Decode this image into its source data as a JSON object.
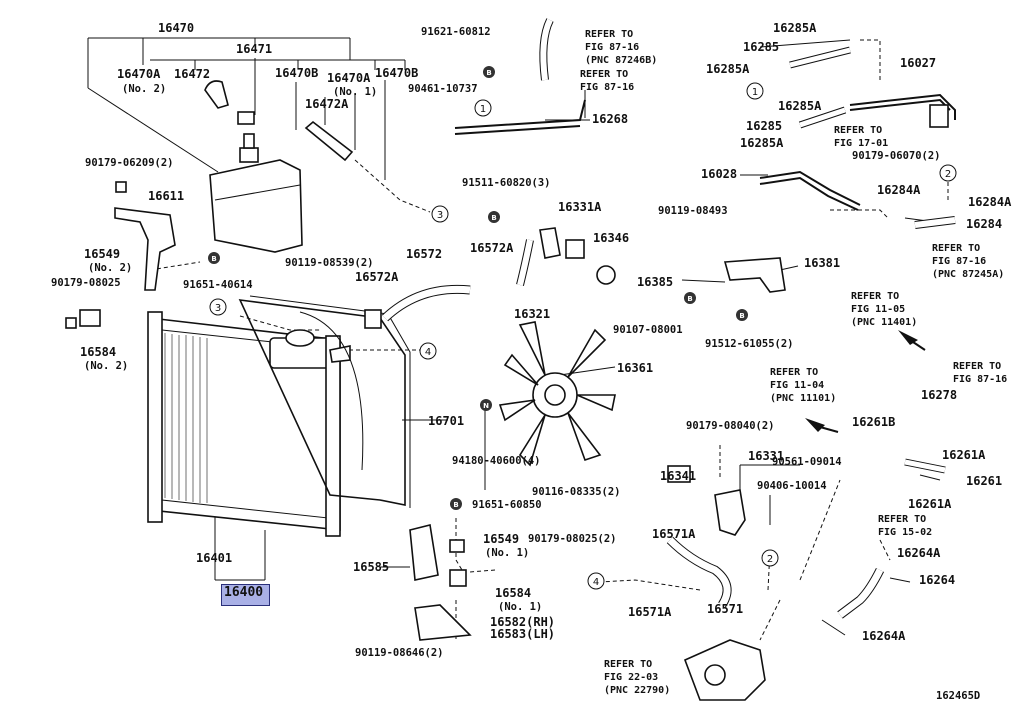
{
  "diagram": {
    "figure_code": "162465D",
    "selected_part": "16400",
    "labels": {
      "p16470": "16470",
      "p16471": "16471",
      "p16470A_no2": "16470A",
      "no2_a": "(No. 2)",
      "p16472": "16472",
      "p16470B_a": "16470B",
      "p16470A_no1": "16470A",
      "no1_a": "(No. 1)",
      "p16470B_b": "16470B",
      "p16472A": "16472A",
      "p90179_06209": "90179-06209(2)",
      "p16611": "16611",
      "p16549_no2": "16549",
      "no2_b": "(No. 2)",
      "p90179_08025a": "90179-08025",
      "p91651_40614": "91651-40614",
      "p16584_no2": "16584",
      "no2_c": "(No. 2)",
      "p90119_08539": "90119-08539(2)",
      "p16572": "16572",
      "p16572A_a": "16572A",
      "p16572A_b": "16572A",
      "p16701": "16701",
      "p16401": "16401",
      "p16585": "16585",
      "p90119_08646": "90119-08646(2)",
      "p91651_60850": "91651-60850",
      "p16549_no1": "16549",
      "no1_b": "(No. 1)",
      "p90179_08025b": "90179-08025(2)",
      "p16584_no1": "16584",
      "no1_c": "(No. 1)",
      "p16582": "16582(RH)",
      "p16583": "16583(LH)",
      "p91621_60812": "91621-60812",
      "p90461_10737": "90461-10737",
      "p16268": "16268",
      "p91511_60820": "91511-60820(3)",
      "p16331A": "16331A",
      "p16346": "16346",
      "p16321": "16321",
      "p16361": "16361",
      "p94180_40600": "94180-40600(4)",
      "p90119_08493": "90119-08493",
      "p16381": "16381",
      "p16385": "16385",
      "p90107_08001": "90107-08001",
      "p91512_61055": "91512-61055(2)",
      "p16285A_a": "16285A",
      "p16285_a": "16285",
      "p16285A_b": "16285A",
      "p16027": "16027",
      "p16285A_c": "16285A",
      "p16285_b": "16285",
      "p16285A_d": "16285A",
      "p90179_06070": "90179-06070(2)",
      "p16028": "16028",
      "p16284A_a": "16284A",
      "p16284A_b": "16284A",
      "p16284": "16284",
      "p16278": "16278",
      "p90179_08040": "90179-08040(2)",
      "p16261B": "16261B",
      "p90561_09014": "90561-09014",
      "p16261A_a": "16261A",
      "p16261A_b": "16261A",
      "p16261": "16261",
      "p16331": "16331",
      "p16341": "16341",
      "p90406_10014": "90406-10014",
      "p90116_08335": "90116-08335(2)",
      "p16571A_a": "16571A",
      "p16571A_b": "16571A",
      "p16571": "16571",
      "p16264A_a": "16264A",
      "p16264": "16264",
      "p16264A_b": "16264A"
    },
    "refs": {
      "r1_l1": "REFER TO",
      "r1_l2": "FIG 87-16",
      "r1_l3": "(PNC 87246B)",
      "r2_l1": "REFER TO",
      "r2_l2": "FIG 87-16",
      "r3_l1": "REFER TO",
      "r3_l2": "FIG 17-01",
      "r4_l1": "REFER TO",
      "r4_l2": "FIG 87-16",
      "r4_l3": "(PNC 87245A)",
      "r5_l1": "REFER TO",
      "r5_l2": "FIG 11-05",
      "r5_l3": "(PNC 11401)",
      "r6_l1": "REFER TO",
      "r6_l2": "FIG 87-16",
      "r7_l1": "REFER TO",
      "r7_l2": "FIG 11-04",
      "r7_l3": "(PNC 11101)",
      "r8_l1": "REFER TO",
      "r8_l2": "FIG 15-02",
      "r9_l1": "REFER TO",
      "r9_l2": "FIG 22-03",
      "r9_l3": "(PNC 22790)"
    },
    "callouts": {
      "c1": "1",
      "c2": "2",
      "c3": "3",
      "c4": "4"
    },
    "symbols": {
      "b": "B",
      "n": "N"
    }
  }
}
